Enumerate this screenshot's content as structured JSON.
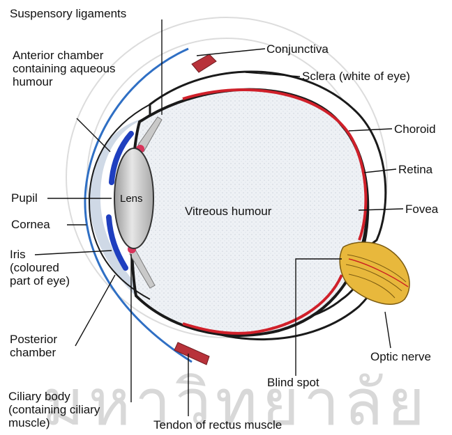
{
  "labels": {
    "suspensory_ligaments": "Suspensory ligaments",
    "anterior_chamber": "Anterior chamber\ncontaining aqueous\nhumour",
    "conjunctiva": "Conjunctiva",
    "sclera": "Sclera (white of eye)",
    "choroid": "Choroid",
    "retina": "Retina",
    "fovea": "Fovea",
    "pupil": "Pupil",
    "lens": "Lens",
    "vitreous_humour": "Vitreous humour",
    "cornea": "Cornea",
    "iris": "Iris\n(coloured\npart of eye)",
    "posterior_chamber": "Posterior\nchamber",
    "optic_nerve": "Optic nerve",
    "blind_spot": "Blind spot",
    "ciliary_body": "Ciliary body\n(containing ciliary\nmuscle)",
    "tendon": "Tendon of rectus muscle"
  },
  "colors": {
    "sclera_outline": "#1a1a1a",
    "choroid": "#1a1a1a",
    "retina": "#d0202a",
    "cornea": "#2f6fc4",
    "iris": "#1f3fbf",
    "lens_fill": "#c9c9c9",
    "vitreous_fill": "#e9edf2",
    "optic_nerve": "#e8b83c",
    "muscle": "#b8323a",
    "watermark": "#d4d4d4"
  }
}
